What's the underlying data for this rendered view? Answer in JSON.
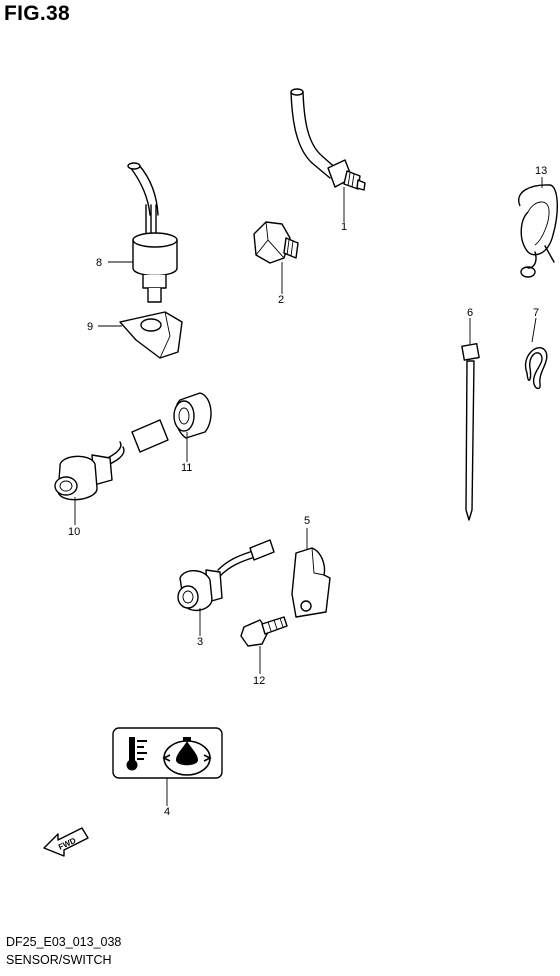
{
  "figure": {
    "title": "FIG.38",
    "code": "DF25_E03_013_038",
    "caption": "SENSOR/SWITCH"
  },
  "callouts": [
    "1",
    "2",
    "3",
    "4",
    "5",
    "6",
    "7",
    "8",
    "9",
    "10",
    "11",
    "12",
    "13"
  ],
  "direction_label": "FWD"
}
